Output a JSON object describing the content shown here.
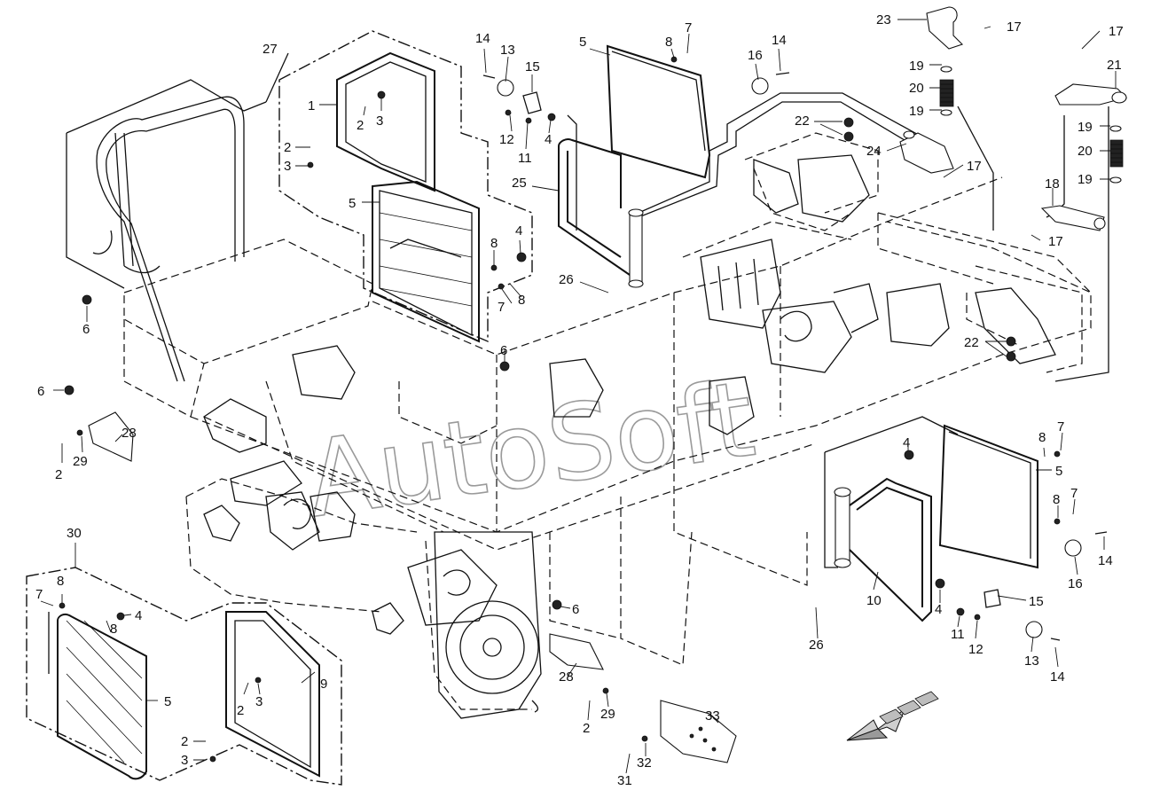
{
  "watermark": "AutoSoft",
  "callouts": [
    {
      "text": "27"
    },
    {
      "text": "1"
    },
    {
      "text": "2"
    },
    {
      "text": "3"
    },
    {
      "text": "2"
    },
    {
      "text": "3"
    },
    {
      "text": "5"
    },
    {
      "text": "14"
    },
    {
      "text": "13"
    },
    {
      "text": "15"
    },
    {
      "text": "12"
    },
    {
      "text": "11"
    },
    {
      "text": "4"
    },
    {
      "text": "5"
    },
    {
      "text": "8"
    },
    {
      "text": "7"
    },
    {
      "text": "16"
    },
    {
      "text": "14"
    },
    {
      "text": "25"
    },
    {
      "text": "8"
    },
    {
      "text": "4"
    },
    {
      "text": "7"
    },
    {
      "text": "8"
    },
    {
      "text": "26"
    },
    {
      "text": "23"
    },
    {
      "text": "17"
    },
    {
      "text": "19"
    },
    {
      "text": "20"
    },
    {
      "text": "19"
    },
    {
      "text": "22"
    },
    {
      "text": "24"
    },
    {
      "text": "17"
    },
    {
      "text": "17"
    },
    {
      "text": "21"
    },
    {
      "text": "19"
    },
    {
      "text": "20"
    },
    {
      "text": "19"
    },
    {
      "text": "18"
    },
    {
      "text": "17"
    },
    {
      "text": "22"
    },
    {
      "text": "6"
    },
    {
      "text": "6"
    },
    {
      "text": "28"
    },
    {
      "text": "2"
    },
    {
      "text": "29"
    },
    {
      "text": "6"
    },
    {
      "text": "4"
    },
    {
      "text": "8"
    },
    {
      "text": "7"
    },
    {
      "text": "5"
    },
    {
      "text": "7"
    },
    {
      "text": "8"
    },
    {
      "text": "14"
    },
    {
      "text": "16"
    },
    {
      "text": "10"
    },
    {
      "text": "15"
    },
    {
      "text": "4"
    },
    {
      "text": "11"
    },
    {
      "text": "12"
    },
    {
      "text": "13"
    },
    {
      "text": "14"
    },
    {
      "text": "26"
    },
    {
      "text": "30"
    },
    {
      "text": "7"
    },
    {
      "text": "8"
    },
    {
      "text": "4"
    },
    {
      "text": "8"
    },
    {
      "text": "9"
    },
    {
      "text": "5"
    },
    {
      "text": "2"
    },
    {
      "text": "3"
    },
    {
      "text": "2"
    },
    {
      "text": "3"
    },
    {
      "text": "6"
    },
    {
      "text": "28"
    },
    {
      "text": "2"
    },
    {
      "text": "29"
    },
    {
      "text": "33"
    },
    {
      "text": "32"
    },
    {
      "text": "31"
    }
  ]
}
